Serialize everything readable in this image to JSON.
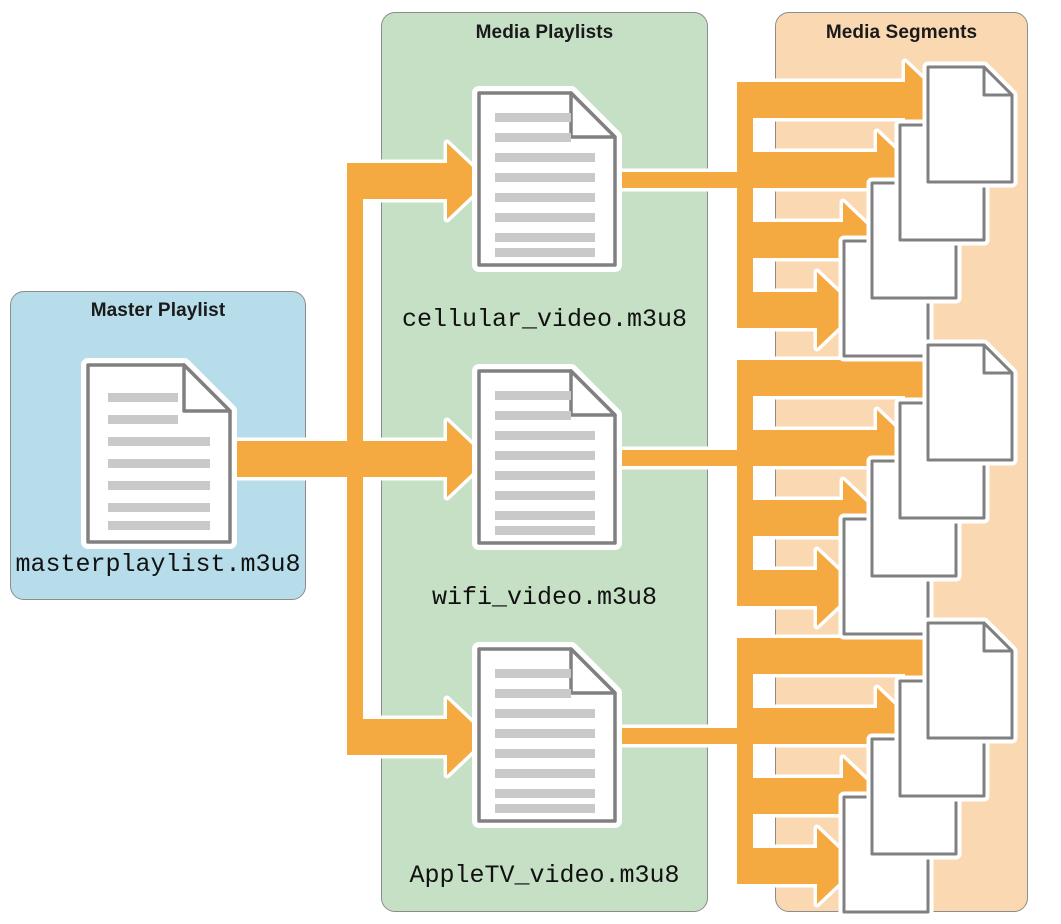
{
  "diagram": {
    "title_visible": false,
    "columns": [
      {
        "id": "master",
        "header": "Master Playlist",
        "fill": "#b7dcea",
        "items": [
          {
            "label": "masterplaylist.m3u8",
            "icon": "document-lines-icon"
          }
        ]
      },
      {
        "id": "playlists",
        "header": "Media Playlists",
        "fill": "#c6e0c6",
        "items": [
          {
            "label": "cellular_video.m3u8",
            "icon": "document-lines-icon"
          },
          {
            "label": "wifi_video.m3u8",
            "icon": "document-lines-icon"
          },
          {
            "label": "AppleTV_video.m3u8",
            "icon": "document-lines-icon"
          }
        ]
      },
      {
        "id": "segments",
        "header": "Media Segments",
        "fill": "#fad8b2",
        "groups": [
          {
            "count": 4,
            "icon": "document-blank-icon"
          },
          {
            "count": 4,
            "icon": "document-blank-icon"
          },
          {
            "count": 4,
            "icon": "document-blank-icon"
          }
        ]
      }
    ],
    "colors": {
      "arrow": "#f5a941",
      "arrow_outline": "#ffffff",
      "panel_border": "#8c8c8c",
      "doc_outline": "#808080",
      "doc_fill": "#ffffff",
      "doc_line": "#c9c9c9",
      "text": "#111111"
    },
    "flows": [
      {
        "from": "masterplaylist.m3u8",
        "to": "cellular_video.m3u8"
      },
      {
        "from": "masterplaylist.m3u8",
        "to": "wifi_video.m3u8"
      },
      {
        "from": "masterplaylist.m3u8",
        "to": "AppleTV_video.m3u8"
      },
      {
        "from": "cellular_video.m3u8",
        "to": "segment-group-1"
      },
      {
        "from": "wifi_video.m3u8",
        "to": "segment-group-2"
      },
      {
        "from": "AppleTV_video.m3u8",
        "to": "segment-group-3"
      }
    ]
  }
}
